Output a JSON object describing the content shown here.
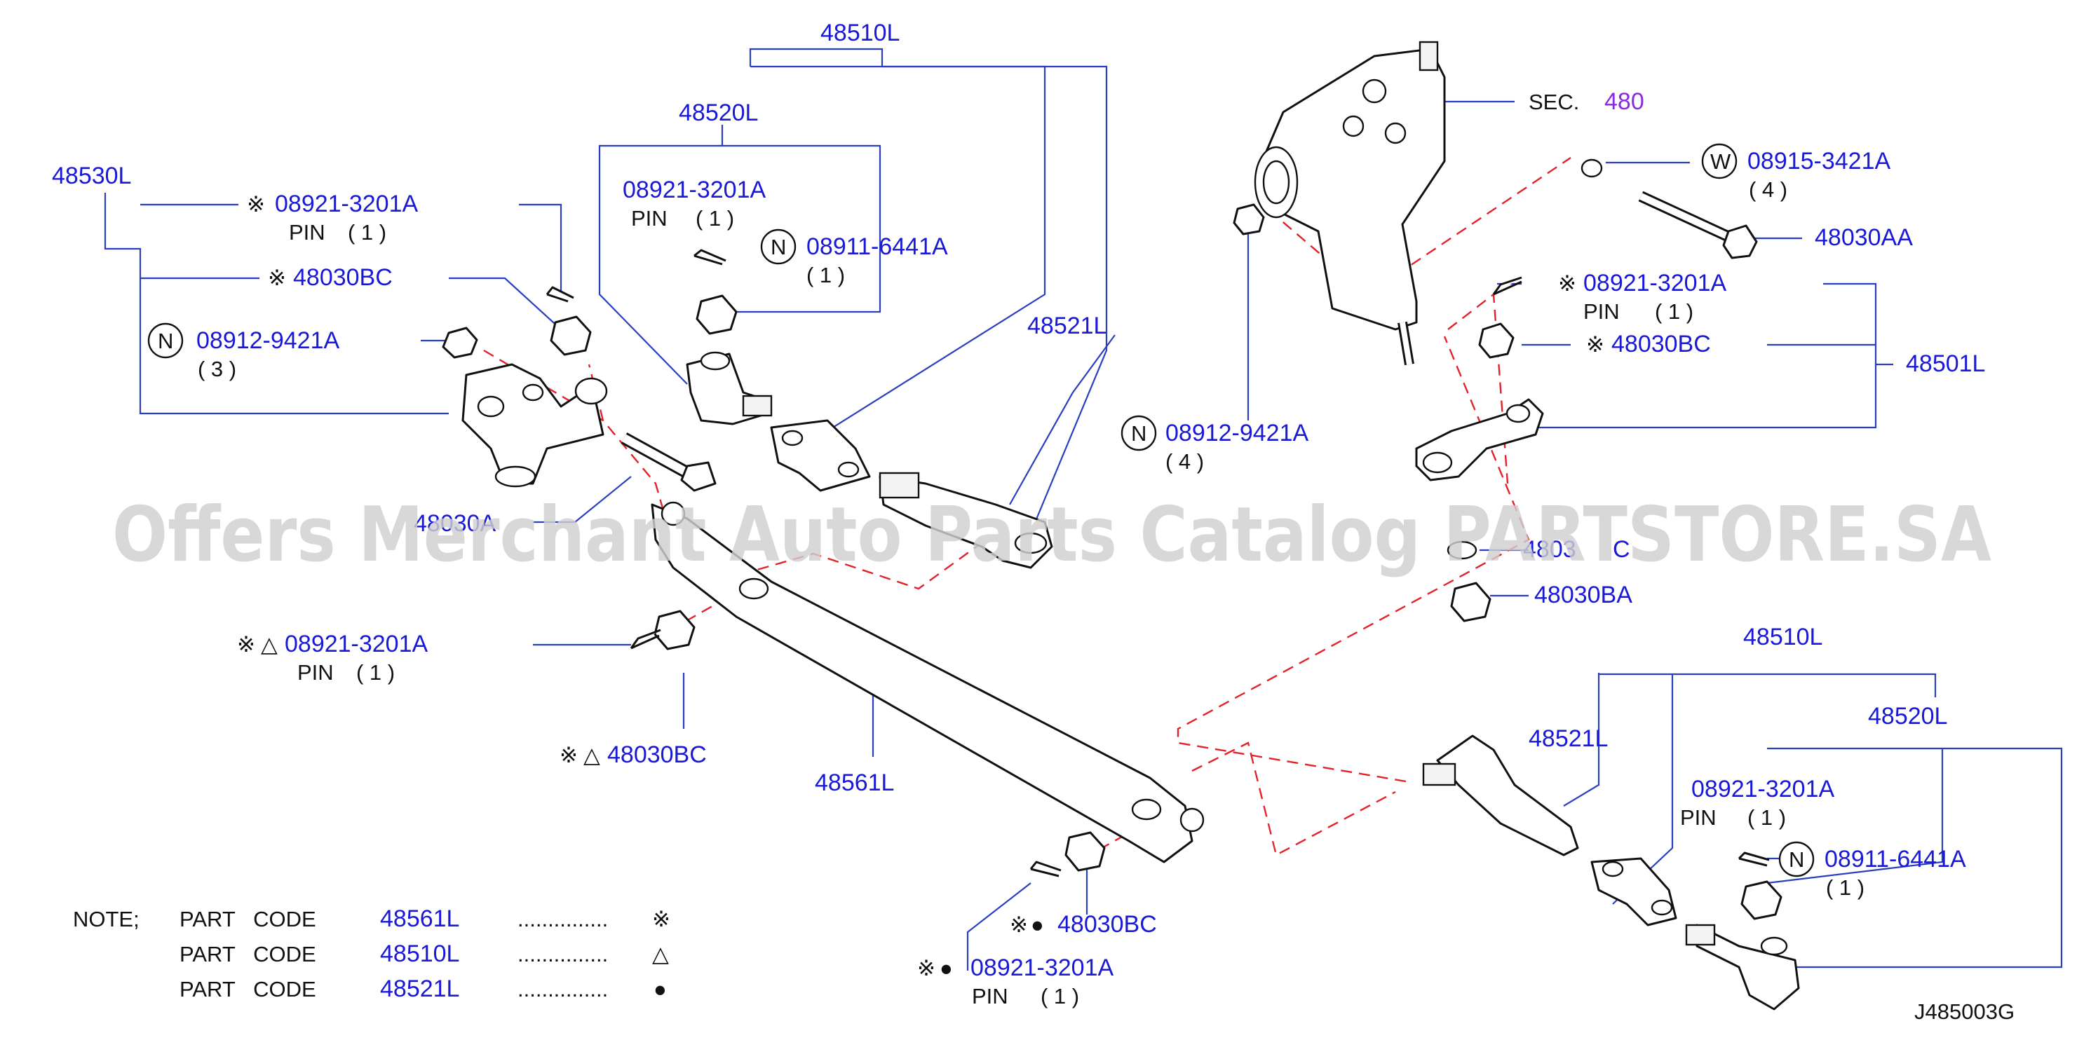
{
  "watermark": "Offers Merchant Auto Parts Catalog PARTSTORE.SA",
  "diagram_code": "J485003G",
  "labels": {
    "p48510L_top": "48510L",
    "p48520L_top": "48520L",
    "p48530L": "48530L",
    "pin_code_a": "08921-3201A",
    "pin_word": "PIN",
    "qty_1": "( 1 )",
    "qty_3": "( 3 )",
    "qty_4": "( 4 )",
    "nut_code_c": "48030BC",
    "nut_code_a": "48030A",
    "nut_code_ba": "48030BA",
    "nut_code_aa": "48030AA",
    "nut_code_c_partial": "4803",
    "nut_code_c_partial2": "C",
    "bolt_08912": "08912-9421A",
    "n_08911": "08911-6441A",
    "w_08915": "08915-3421A",
    "p48521L": "48521L",
    "p48561L": "48561L",
    "p48501L": "48501L",
    "sec_word": "SEC.",
    "sec_num": "480",
    "p48510L_right": "48510L",
    "p48520L_right": "48520L",
    "p48521L_right": "48521L"
  },
  "symbols": {
    "kome": "※",
    "triangle": "△",
    "dot": "●",
    "circle_n": "N",
    "circle_w": "W"
  },
  "note": {
    "title": "NOTE;",
    "rows": [
      {
        "label": "PART   CODE",
        "code": "48561L",
        "dots": "...............",
        "mark": "※"
      },
      {
        "label": "PART   CODE",
        "code": "48510L",
        "dots": "...............",
        "mark": "△"
      },
      {
        "label": "PART   CODE",
        "code": "48521L",
        "dots": "...............",
        "mark": "●"
      }
    ]
  },
  "colors": {
    "label_blue": "#1a1ad6",
    "leader_blue": "#2a3fbf",
    "guide_red": "#e4222b",
    "sec_purple": "#8a2be2"
  }
}
